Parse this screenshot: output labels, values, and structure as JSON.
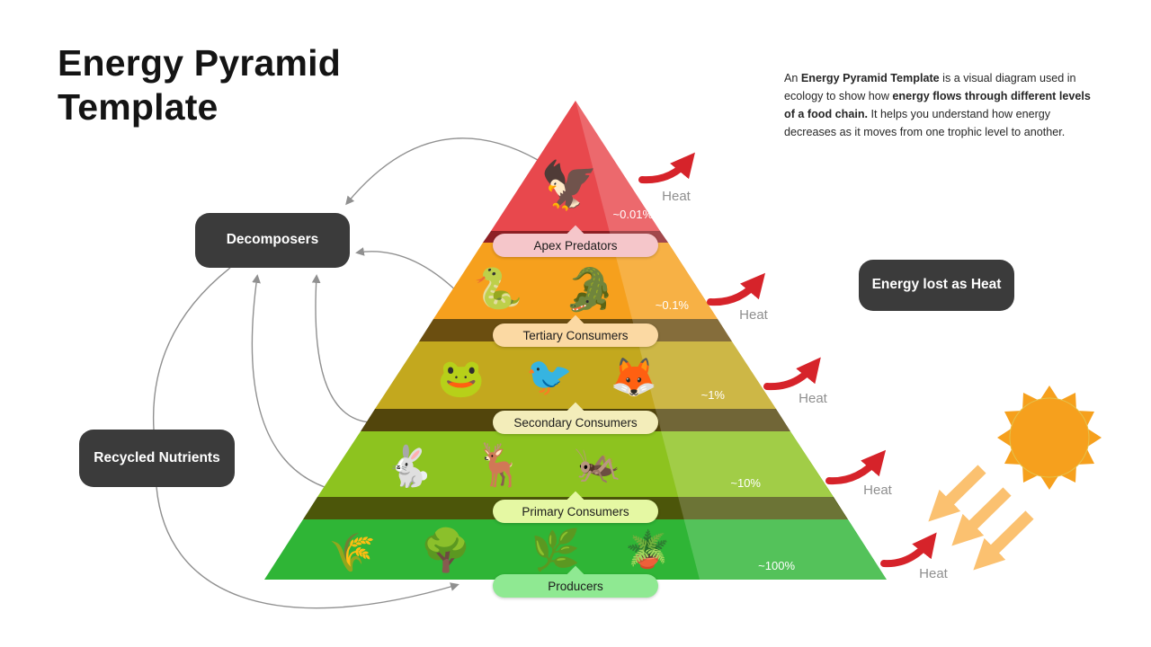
{
  "title": "Energy Pyramid Template",
  "description": {
    "part1": "An ",
    "part2_bold": "Energy Pyramid Template",
    "part3": " is a visual diagram used in ecology to show how ",
    "part4_bold": "energy flows through different levels of a food chain.",
    "part5": " It helps you understand how energy decreases as it moves from one trophic level to another."
  },
  "callouts": {
    "decomposers": "Decomposers",
    "recycled_nutrients": "Recycled Nutrients",
    "energy_lost": "Energy lost as Heat"
  },
  "heat_label": "Heat",
  "pyramid": {
    "levels": [
      {
        "name": "Apex Predators",
        "percent": "~0.01%",
        "face_color": "#E8484D",
        "shadow_color": "#8E2025",
        "pill_color": "#F5C6CA",
        "organisms": [
          {
            "icon": "eagle",
            "emoji": "🦅"
          }
        ]
      },
      {
        "name": "Tertiary Consumers",
        "percent": "~0.1%",
        "face_color": "#F6A01D",
        "shadow_color": "#6B4E10",
        "pill_color": "#FBD9A3",
        "organisms": [
          {
            "icon": "snake",
            "emoji": "🐍"
          },
          {
            "icon": "crocodile",
            "emoji": "🐊"
          }
        ]
      },
      {
        "name": "Secondary Consumers",
        "percent": "~1%",
        "face_color": "#C3A81E",
        "shadow_color": "#52450C",
        "pill_color": "#F3EDBA",
        "organisms": [
          {
            "icon": "frog",
            "emoji": "🐸"
          },
          {
            "icon": "bird",
            "emoji": "🐦"
          },
          {
            "icon": "fox",
            "emoji": "🦊"
          }
        ]
      },
      {
        "name": "Primary Consumers",
        "percent": "~10%",
        "face_color": "#8DC31F",
        "shadow_color": "#4C560A",
        "pill_color": "#E5F8A3",
        "organisms": [
          {
            "icon": "rabbit",
            "emoji": "🐇"
          },
          {
            "icon": "deer",
            "emoji": "🦌"
          },
          {
            "icon": "grasshopper",
            "emoji": "🦗"
          }
        ]
      },
      {
        "name": "Producers",
        "percent": "~100%",
        "face_color": "#2FB536",
        "pill_color": "#8FE992",
        "organisms": [
          {
            "icon": "grass",
            "emoji": "🌾"
          },
          {
            "icon": "tree",
            "emoji": "🌳"
          },
          {
            "icon": "crops",
            "emoji": "🌿"
          },
          {
            "icon": "shrub",
            "emoji": "🪴"
          }
        ]
      }
    ]
  },
  "colors": {
    "heat_arrow": "#D6232A",
    "flow_arrow": "#909090",
    "sun": "#F6A01D",
    "sun_ray": "#FBC170",
    "callout_bg": "#3B3B3B"
  }
}
